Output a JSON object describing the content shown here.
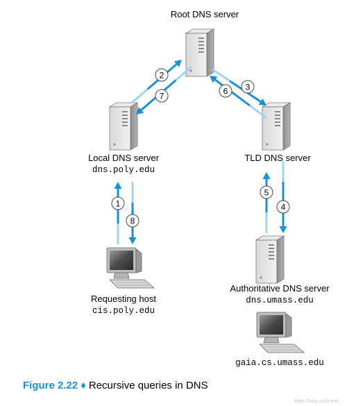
{
  "nodes": {
    "root": {
      "label": "Root DNS server"
    },
    "local": {
      "label": "Local DNS server",
      "host": "dns.poly.edu"
    },
    "tld": {
      "label": "TLD DNS server"
    },
    "requesting": {
      "label": "Requesting host",
      "host": "cis.poly.edu"
    },
    "authoritative": {
      "label": "Authoritative DNS server",
      "host": "dns.umass.edu"
    },
    "target": {
      "host": "gaia.cs.umass.edu"
    }
  },
  "steps": [
    "1",
    "2",
    "3",
    "4",
    "5",
    "6",
    "7",
    "8"
  ],
  "caption": {
    "figure": "Figure 2.22",
    "separator": "♦",
    "text": "Recursive queries in DNS"
  },
  "watermark": "https://blog.csdn.net/...",
  "colors": {
    "arrow_dark": "#1a8fd1",
    "arrow_light": "#9fd3ef",
    "caption_accent": "#1a8fd1"
  }
}
